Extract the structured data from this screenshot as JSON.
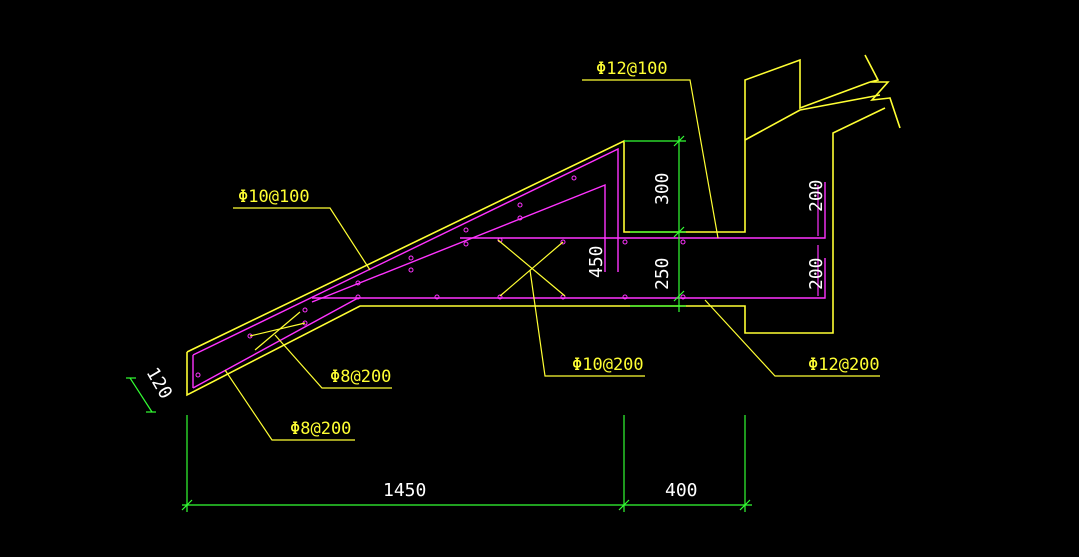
{
  "colors": {
    "background": "#000000",
    "concrete_outline": "#ffff33",
    "rebar": "#ff33ff",
    "dimension": "#33ff33",
    "text": "#ffffff"
  },
  "rebar_labels": {
    "top_wall": "Φ12@100",
    "slope_top": "Φ10@100",
    "slope_distribution": "Φ8@200",
    "slope_bottom": "Φ8@200",
    "haunch": "Φ10@200",
    "beam_bottom": "Φ12@200"
  },
  "dimensions": {
    "thickness": "120",
    "horizontal_span": "1450",
    "beam_width": "400",
    "upper_height": "300",
    "lower_height": "250",
    "haunch_depth": "450",
    "wall_upper": "200",
    "wall_lower": "200"
  }
}
